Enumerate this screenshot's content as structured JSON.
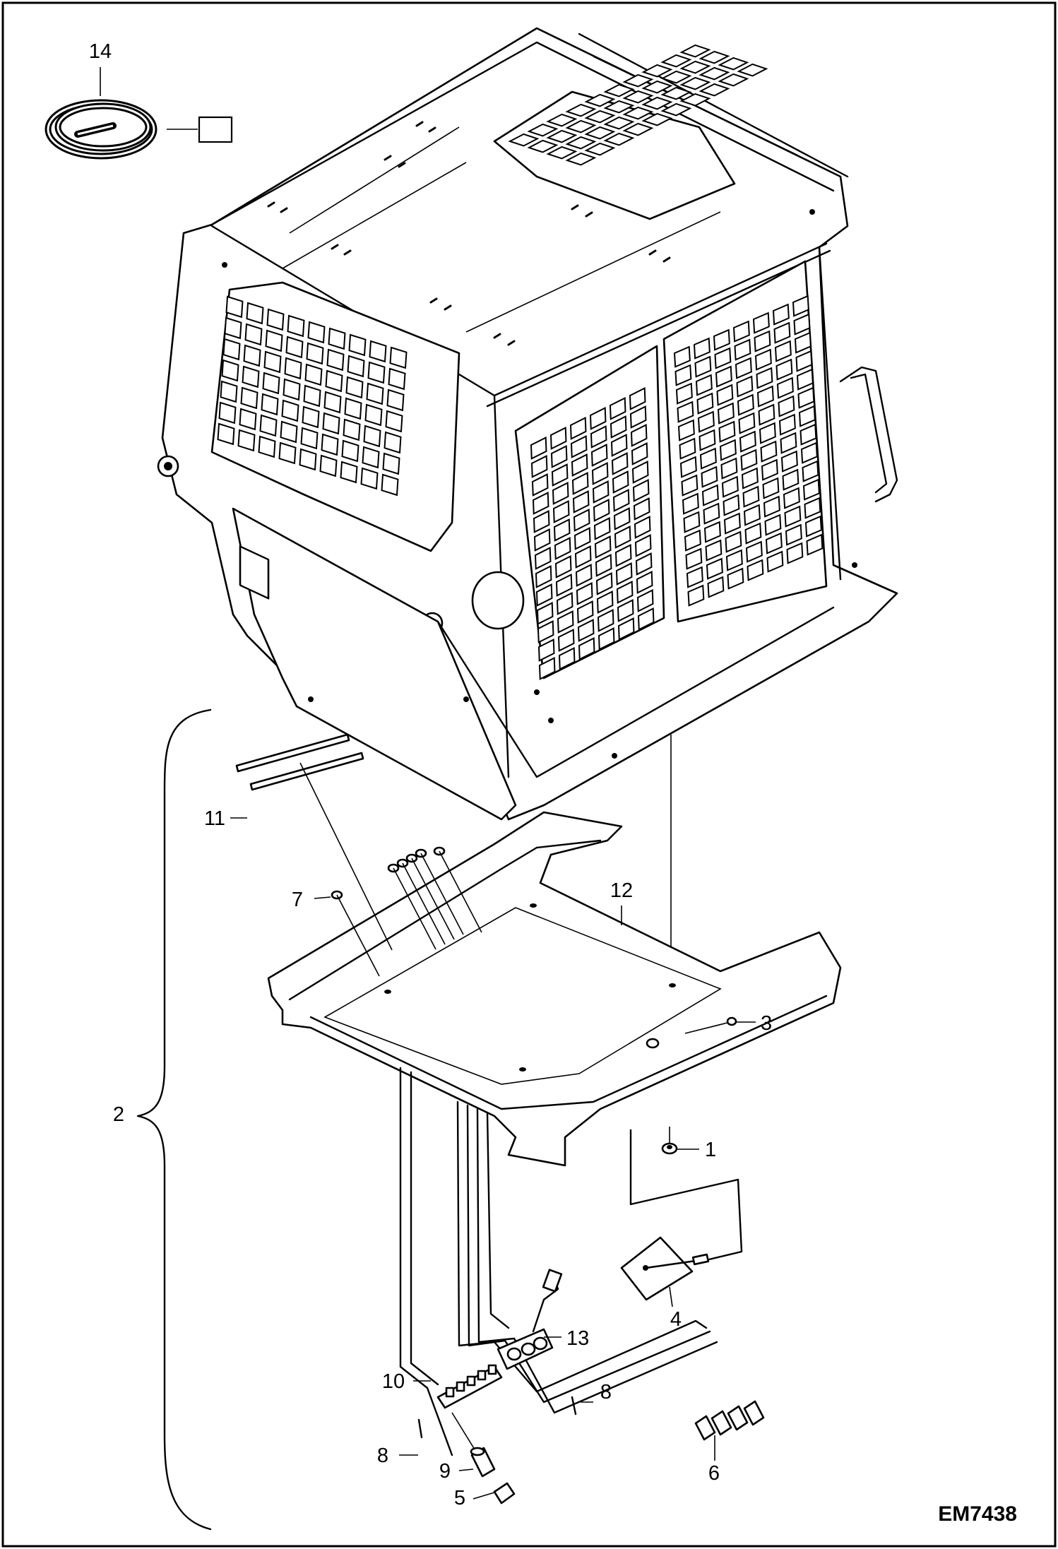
{
  "diagram": {
    "code": "EM7438",
    "callouts": [
      {
        "num": "1"
      },
      {
        "num": "2"
      },
      {
        "num": "3"
      },
      {
        "num": "4"
      },
      {
        "num": "5"
      },
      {
        "num": "6"
      },
      {
        "num": "7"
      },
      {
        "num": "8"
      },
      {
        "num": "8"
      },
      {
        "num": "9"
      },
      {
        "num": "10"
      },
      {
        "num": "11"
      },
      {
        "num": "12"
      },
      {
        "num": "13"
      },
      {
        "num": "14"
      }
    ]
  }
}
